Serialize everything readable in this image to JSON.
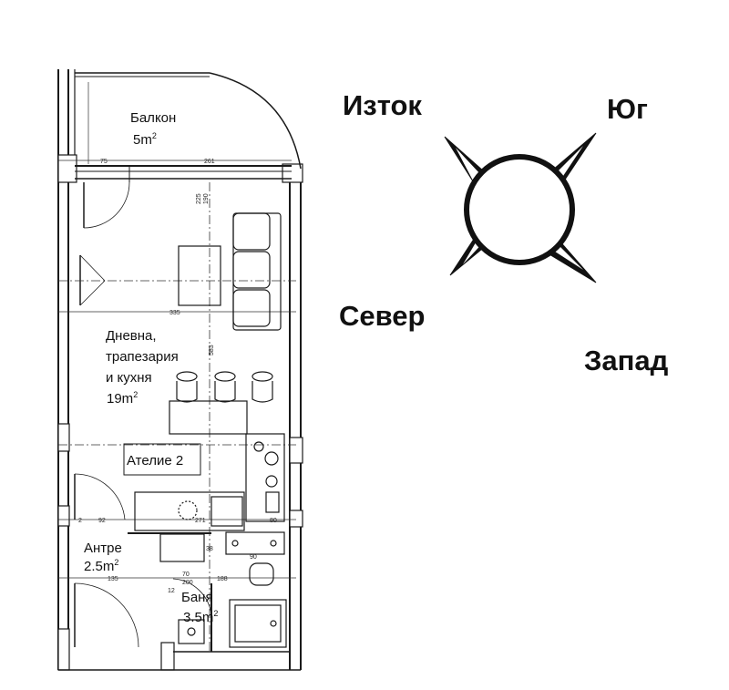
{
  "compass": {
    "east": "Изток",
    "south": "Юг",
    "north": "Север",
    "west": "Запад"
  },
  "rooms": {
    "balcony": {
      "name": "Балкон",
      "area": "5m",
      "unit_exp": "2"
    },
    "living": {
      "line1": "Дневна,",
      "line2": "трапезария",
      "line3": "и кухня",
      "area": "19m",
      "unit_exp": "2"
    },
    "studio": {
      "name": "Ателие 2"
    },
    "hall": {
      "name": "Антре",
      "area": "2.5m",
      "unit_exp": "2"
    },
    "bath": {
      "name": "Баня",
      "area": "3.5m",
      "unit_exp": "2"
    }
  },
  "dimensions": {
    "d_75": "75",
    "d_261": "261",
    "d_335": "335",
    "d_92": "92",
    "d_271": "271",
    "d_80": "80",
    "d_135": "135",
    "d_70": "70",
    "d_200": "200",
    "d_188": "188",
    "d_90": "90",
    "d_38": "38",
    "d_12": "12",
    "d_583": "583",
    "d_225": "225",
    "d_190": "190",
    "d_2": "2"
  },
  "colors": {
    "wall": "#1a1a1a",
    "line": "#333333",
    "background": "#ffffff"
  }
}
